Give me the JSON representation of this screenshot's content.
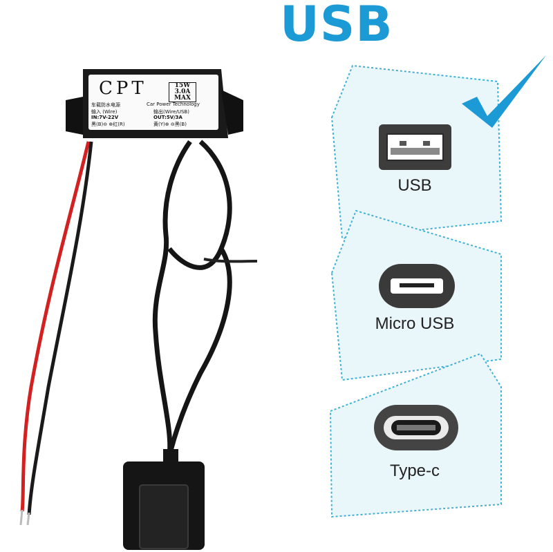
{
  "title": "USB",
  "accent_color": "#1b9ad6",
  "panels": [
    {
      "label": "USB",
      "icon": "usb-a-port-icon"
    },
    {
      "label": "Micro USB",
      "icon": "micro-usb-port-icon"
    },
    {
      "label": "Type-c",
      "icon": "usb-c-port-icon"
    }
  ],
  "selected_icon": "checkmark-icon",
  "device": {
    "brand": "CPT",
    "spec_lines": [
      "15W",
      "3.0A",
      "MAX"
    ],
    "subtitle_cn": "车载防水电源",
    "subtitle_en": "Car Power Technology",
    "input_label": "输入  (Wire)",
    "output_label": "输出(Wire/USB)",
    "input_spec": "IN:7V-22V",
    "output_spec": "OUT:5V/3A",
    "input_wires": "黑(B)⊖ ⊕红(R)",
    "output_wires": "黄(Y)⊕ ⊖黑(B)"
  }
}
